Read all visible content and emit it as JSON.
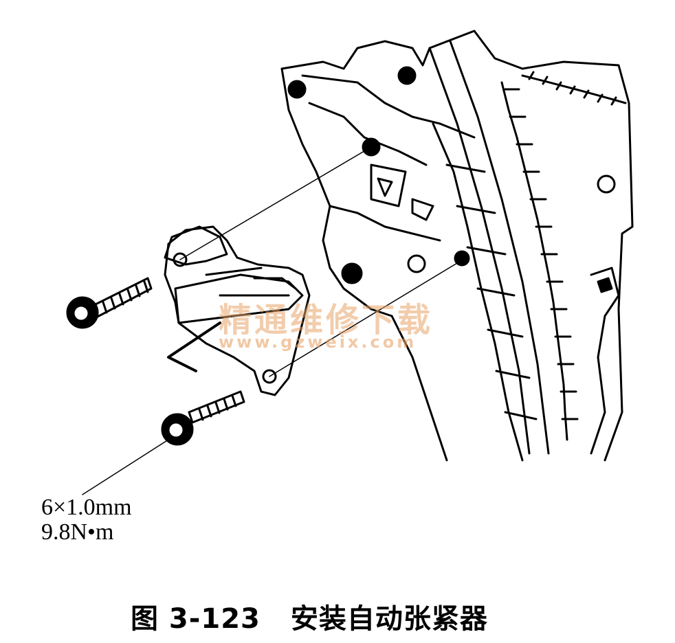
{
  "spec": {
    "bolt_size": "6×1.0mm",
    "torque": "9.8N•m"
  },
  "caption": {
    "figure_number": "图 3-123",
    "title": "安装自动张紧器"
  },
  "watermark": {
    "cn": "精通维修下载",
    "url": "www.gzweix.com"
  }
}
